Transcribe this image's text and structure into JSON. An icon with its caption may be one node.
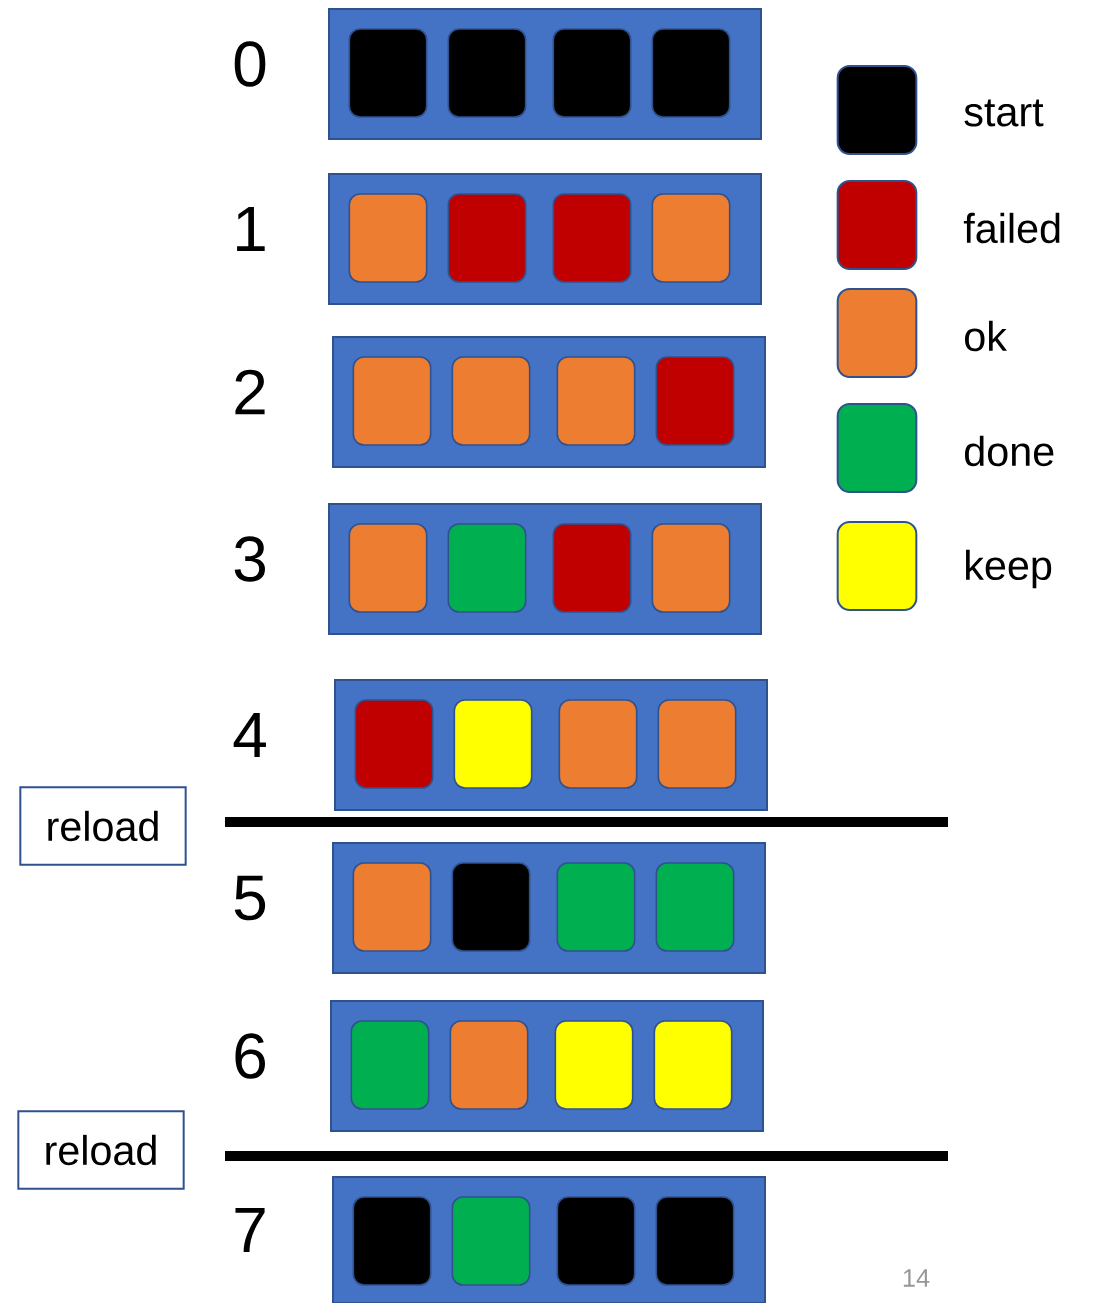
{
  "diagram": {
    "nodes": [
      {
        "text": [],
        "shape": "box",
        "beside": [
          "0"
        ]
      },
      {
        "text": [],
        "shape": "box",
        "in": 0
      },
      {
        "text": [],
        "shape": "box",
        "in": 0
      },
      {
        "text": [],
        "shape": "box",
        "in": 0
      },
      {
        "text": [],
        "shape": "box",
        "in": 0
      },
      {
        "text": [],
        "shape": "box",
        "beside": [
          "1"
        ]
      },
      {
        "text": [],
        "shape": "box",
        "in": 5
      },
      {
        "text": [],
        "shape": "box",
        "in": 5
      },
      {
        "text": [],
        "shape": "box",
        "in": 5
      },
      {
        "text": [],
        "shape": "box",
        "in": 5
      },
      {
        "text": [],
        "shape": "box",
        "beside": [
          "2"
        ]
      },
      {
        "text": [],
        "shape": "box",
        "in": 10
      },
      {
        "text": [],
        "shape": "box",
        "in": 10
      },
      {
        "text": [],
        "shape": "box",
        "in": 10
      },
      {
        "text": [],
        "shape": "box",
        "in": 10
      },
      {
        "text": [],
        "shape": "box",
        "beside": [
          "3"
        ]
      },
      {
        "text": [],
        "shape": "box",
        "in": 15
      },
      {
        "text": [],
        "shape": "box",
        "in": 15
      },
      {
        "text": [],
        "shape": "box",
        "in": 15
      },
      {
        "text": [],
        "shape": "box",
        "in": 15
      },
      {
        "text": [],
        "shape": "box",
        "beside": [
          "4"
        ]
      },
      {
        "text": [],
        "shape": "box",
        "in": 20
      },
      {
        "text": [],
        "shape": "box",
        "in": 20
      },
      {
        "text": [],
        "shape": "box",
        "in": 20
      },
      {
        "text": [],
        "shape": "box",
        "in": 20
      },
      {
        "text": [
          "reload"
        ]
      },
      {
        "text": [],
        "shape": "box",
        "beside": [
          "5"
        ]
      },
      {
        "text": [],
        "shape": "box",
        "in": 26
      },
      {
        "text": [],
        "shape": "box",
        "in": 26
      },
      {
        "text": [],
        "shape": "box",
        "in": 26
      },
      {
        "text": [],
        "shape": "box",
        "in": 26
      },
      {
        "text": [],
        "shape": "box",
        "beside": [
          "6"
        ]
      },
      {
        "text": [],
        "shape": "box",
        "in": 31
      },
      {
        "text": [],
        "shape": "box",
        "in": 31
      },
      {
        "text": [],
        "shape": "box",
        "in": 31
      },
      {
        "text": [],
        "shape": "box",
        "in": 31
      },
      {
        "text": [
          "reload"
        ]
      },
      {
        "text": [],
        "shape": "box",
        "beside": [
          "7"
        ]
      },
      {
        "text": [],
        "shape": "box",
        "in": 37
      },
      {
        "text": [],
        "shape": "box",
        "in": 37
      },
      {
        "text": [],
        "shape": "box",
        "in": 37
      },
      {
        "text": [],
        "shape": "box",
        "in": 37
      }
    ],
    "labels": [
      "14"
    ],
    "legend": [
      {
        "text": "start",
        "color": "#000000"
      },
      {
        "text": "failed",
        "color": "#c00000"
      },
      {
        "text": "ok",
        "color": "#ed7d31"
      },
      {
        "text": "done",
        "color": "#00b050"
      },
      {
        "text": "keep",
        "color": "#ffff00"
      }
    ]
  }
}
